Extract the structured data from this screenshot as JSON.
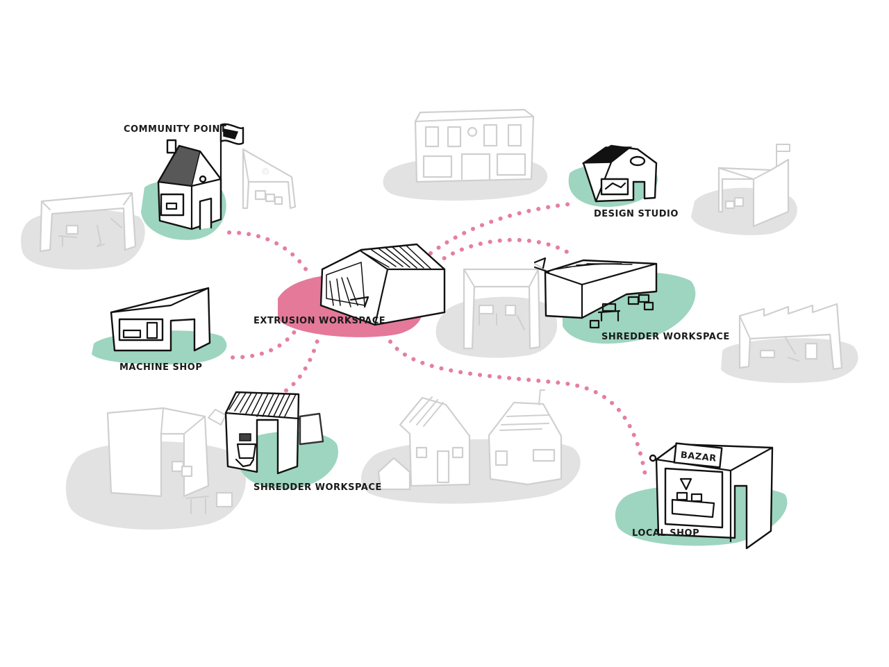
{
  "colors": {
    "blob_active": "#9dd5c0",
    "blob_hub": "#e4799a",
    "blob_inactive": "#e2e2e2",
    "dotted_path": "#e57fa2",
    "ink": "#111111",
    "ghost_ink": "#cfcfcf"
  },
  "labels": {
    "community_point": "COMMUNITY POINT",
    "design_studio": "DESIGN STUDIO",
    "extrusion_workspace": "EXTRUSION WORKSPACE",
    "machine_shop": "MACHINE SHOP",
    "shredder_workspace_right": "SHREDDER WORKSPACE",
    "shredder_workspace_left": "SHREDDER WORKSPACE",
    "local_shop": "LOCAL SHOP",
    "bazar_sign": "BAZAR"
  },
  "icons": {
    "recycle": "♲"
  }
}
